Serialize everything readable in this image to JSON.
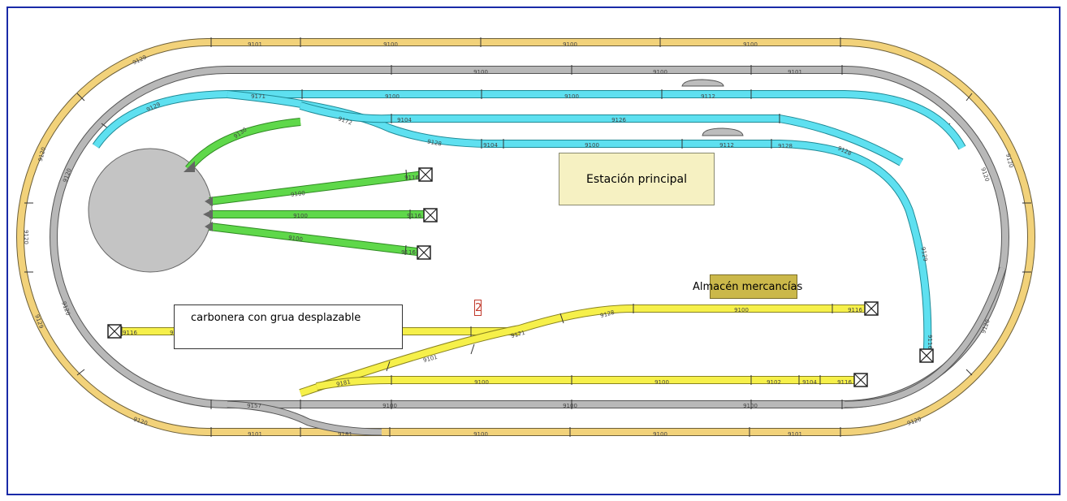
{
  "labels": {
    "station": "Estación principal",
    "warehouse": "Almacén mercancías",
    "coal": "carbonera con grua desplazable",
    "marker": "2"
  },
  "colors": {
    "outer_track": "#f2d27a",
    "second_track": "#b8b8b8",
    "blue_track": "#5ee0f0",
    "green_track": "#5fd84a",
    "yellow_track": "#f6f04a",
    "turntable": "#c4c4c4",
    "frame": "#1a2aa8"
  },
  "track_codes": {
    "outer_top": [
      "9101",
      "9100",
      "9100",
      "9100"
    ],
    "outer_bottom": [
      "9101",
      "9181",
      "9100",
      "9100",
      "9101"
    ],
    "outer_corners": [
      "9129",
      "9120",
      "9120",
      "9129",
      "9120",
      "9120",
      "9120"
    ],
    "gray_top": [
      "9100",
      "9100",
      "9101"
    ],
    "gray_bottom": [
      "9157",
      "9100",
      "9100",
      "9100"
    ],
    "gray_sides": [
      "9120",
      "9120",
      "9120",
      "9120"
    ],
    "blue_upper": [
      "9171",
      "9100",
      "9100",
      "9112"
    ],
    "blue_lower": [
      "9104",
      "9100",
      "9112",
      "9128"
    ],
    "blue_mid": [
      "9104",
      "9172",
      "9128",
      "9128"
    ],
    "blue_curve": [
      "9129",
      "9126",
      "9129",
      "9116"
    ],
    "green_spurs": [
      "9100",
      "9100",
      "9100",
      "9130"
    ],
    "green_ends": [
      "9116",
      "9116",
      "9116"
    ],
    "yellow_coal": [
      "9116",
      "9102",
      "9101",
      "9100"
    ],
    "yellow_warehouse": [
      "9128",
      "9100",
      "9116",
      "9171",
      "9101"
    ],
    "yellow_lower": [
      "9181",
      "9100",
      "9100",
      "9102",
      "9104",
      "9116"
    ]
  }
}
